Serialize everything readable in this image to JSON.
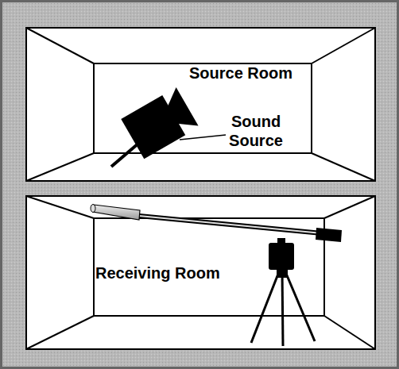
{
  "diagram": {
    "nodes": [
      {
        "text": [
          "Source Room"
        ]
      },
      {
        "text": [
          "Receiving Room"
        ]
      }
    ],
    "labels": [
      "Sound Source"
    ]
  }
}
